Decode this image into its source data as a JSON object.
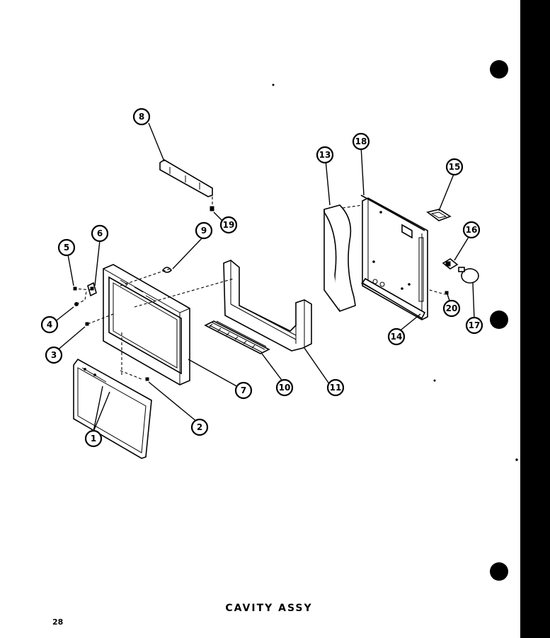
{
  "diagram": {
    "caption": "CAVITY ASSY",
    "page_number": "28",
    "callouts": [
      "1",
      "2",
      "3",
      "4",
      "5",
      "6",
      "7",
      "8",
      "9",
      "10",
      "11",
      "13",
      "14",
      "15",
      "16",
      "17",
      "18",
      "19",
      "20"
    ]
  }
}
